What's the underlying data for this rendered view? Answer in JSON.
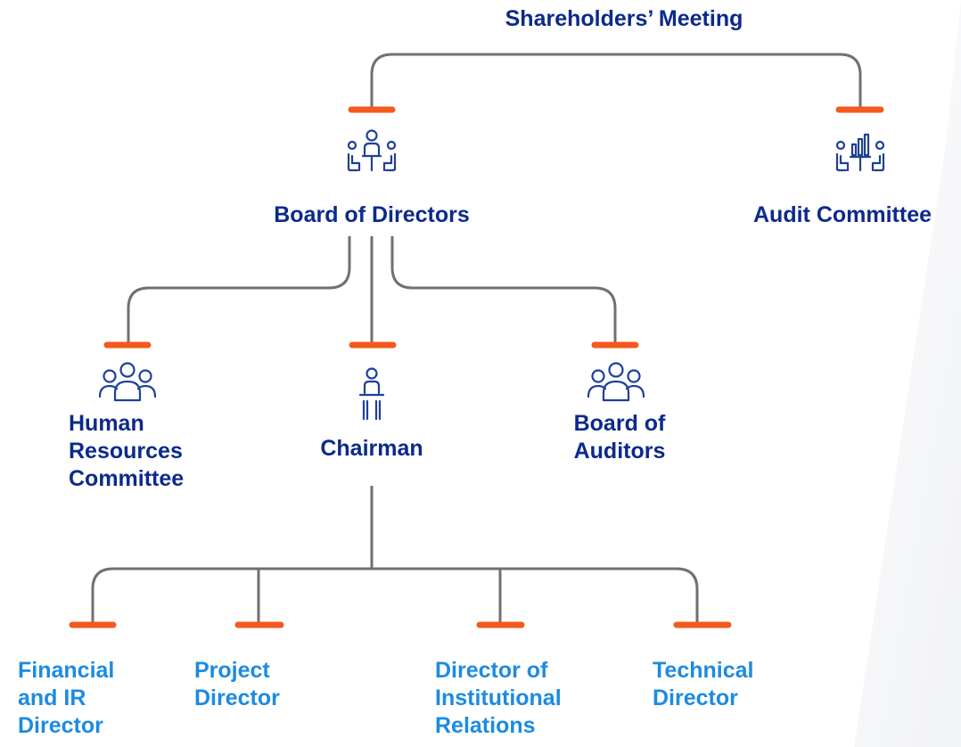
{
  "colors": {
    "connector": "#707070",
    "marker": "#f25a1e",
    "governance_text": "#0c2a8a",
    "director_text": "#1d8be0",
    "icon_stroke": "#1f3f9a"
  },
  "nodes": {
    "shareholders": {
      "label": "Shareholders’ Meeting"
    },
    "board_of_directors": {
      "label": "Board of Directors",
      "icon": "board-meeting-icon"
    },
    "audit_committee": {
      "label": "Audit Committee",
      "icon": "audit-meeting-icon"
    },
    "hr_committee": {
      "lines": [
        "Human",
        "Resources",
        "Committee"
      ],
      "icon": "group-icon"
    },
    "chairman": {
      "label": "Chairman",
      "icon": "speaker-podium-icon"
    },
    "board_of_auditors": {
      "lines": [
        "Board of",
        "Auditors"
      ],
      "icon": "group-icon"
    },
    "financial_ir_director": {
      "lines": [
        "Financial",
        "and IR",
        "Director"
      ]
    },
    "project_director": {
      "lines": [
        "Project",
        "Director"
      ]
    },
    "institutional_director": {
      "lines": [
        "Director of",
        "Institutional",
        "Relations"
      ]
    },
    "technical_director": {
      "lines": [
        "Technical",
        "Director"
      ]
    }
  }
}
